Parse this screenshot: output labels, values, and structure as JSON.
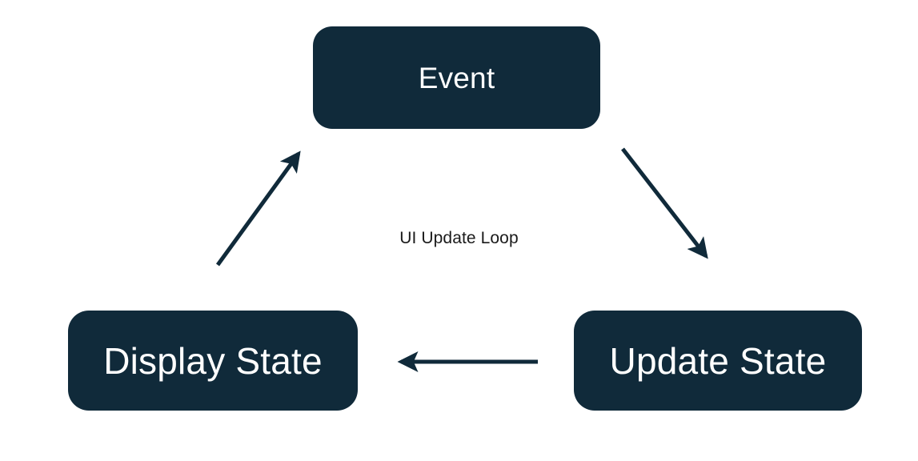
{
  "diagram": {
    "title": "UI Update Loop",
    "type": "cycle-flowchart",
    "background_color": "#ffffff",
    "node_fill_color": "#102a3a",
    "node_text_color": "#ffffff",
    "edge_color": "#102a3a",
    "label_color": "#1a1a1a",
    "center_label": "UI Update Loop",
    "nodes": [
      {
        "id": "event",
        "label": "Event",
        "position": "top-center"
      },
      {
        "id": "update-state",
        "label": "Update State",
        "position": "bottom-right"
      },
      {
        "id": "display-state",
        "label": "Display State",
        "position": "bottom-left"
      }
    ],
    "edges": [
      {
        "id": "event-to-update-state",
        "from": "event",
        "to": "update-state",
        "direction": "down-right",
        "label": ""
      },
      {
        "id": "update-state-to-display-state",
        "from": "update-state",
        "to": "display-state",
        "direction": "left",
        "label": ""
      },
      {
        "id": "display-state-to-event",
        "from": "display-state",
        "to": "event",
        "direction": "up-right",
        "label": ""
      }
    ]
  }
}
